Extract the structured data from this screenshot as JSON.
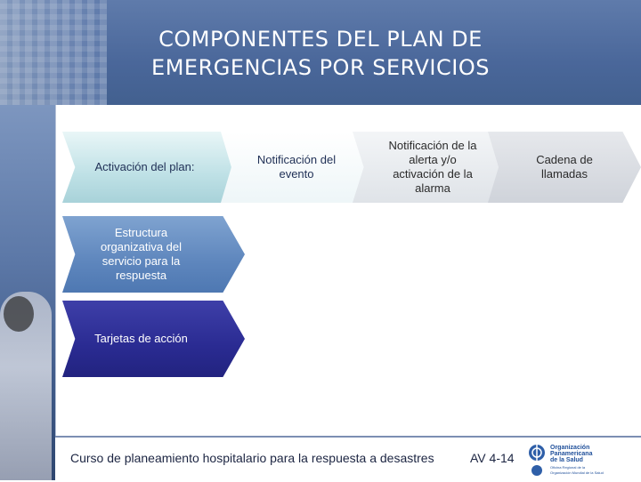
{
  "title": {
    "line1": "COMPONENTES DEL PLAN DE",
    "line2": "EMERGENCIAS POR SERVICIOS"
  },
  "nodes": {
    "activation": "Activación del plan:",
    "event": "Notificación del evento",
    "alert": "Notificación de la alerta y/o activación de la alarma",
    "calls": "Cadena de llamadas",
    "structure": "Estructura organizativa del servicio para la respuesta",
    "cards": "Tarjetas de acción"
  },
  "footer": {
    "course": "Curso de planeamiento hospitalario para la respuesta a desastres",
    "code": "AV 4-14"
  },
  "logo": {
    "line1": "Organización",
    "line2": "Panamericana",
    "line3": "de la Salud",
    "line4": "Oficina Regional de la",
    "line5": "Organización Mundial de la Salud"
  },
  "colors": {
    "header": "#4a679a",
    "structure": "#5e86bd",
    "cards": "#2a2b92",
    "activation": "#bfe1e6"
  }
}
